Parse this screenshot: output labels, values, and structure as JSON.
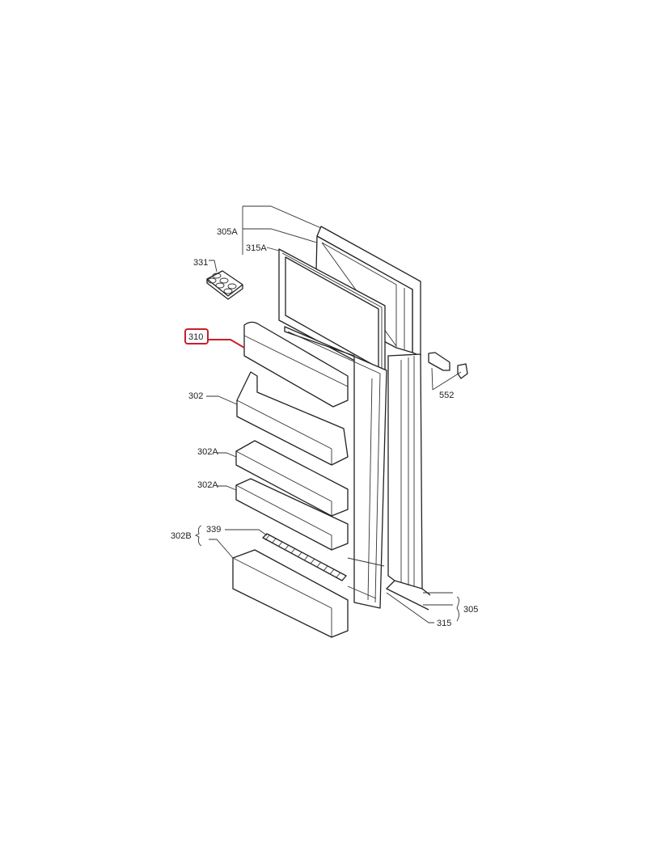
{
  "diagram": {
    "type": "exploded parts diagram",
    "highlight_color": "#c8202a",
    "labels": {
      "l305a": "305A",
      "l315a": "315A",
      "l331": "331",
      "l310": "310",
      "l302": "302",
      "l552": "552",
      "l302a_1": "302A",
      "l302a_2": "302A",
      "l302b": "302B",
      "l339": "339",
      "l305": "305",
      "l315": "315"
    }
  }
}
